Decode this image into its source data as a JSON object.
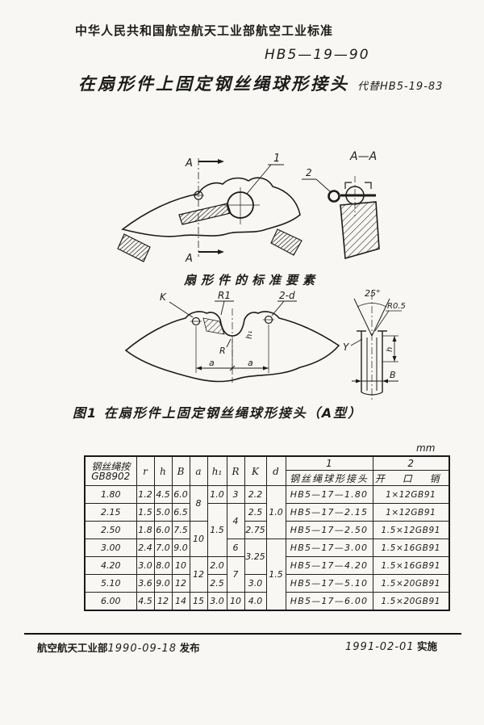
{
  "header": {
    "org_line": "中华人民共和国航空航天工业部航空工业标准",
    "standard_code": "HB5—19—90",
    "title": "在扇形件上固定钢丝绳球形接头",
    "replaces": "代替HB5-19-83"
  },
  "figures": {
    "assembly": {
      "section_letter_top": "A",
      "section_letter_bottom": "A",
      "callout_1": "1",
      "caption": "扇形件的标准要素"
    },
    "section_view": {
      "label": "A—A",
      "callout_2": "2"
    },
    "detail": {
      "label_K": "K",
      "label_R1": "R1",
      "label_2d": "2-d",
      "label_R": "R",
      "label_h1": "h₁",
      "label_a_left": "a",
      "label_a_right": "a",
      "label_angle": "25°",
      "label_radius": "R0.5",
      "label_Y": "Y",
      "label_h": "h",
      "label_B": "B",
      "caption": "图1 在扇形件上固定钢丝绳球形接头（A型）"
    }
  },
  "table": {
    "unit": "mm",
    "header": {
      "spec_line1": "钢丝绳按",
      "spec_line2": "GB8902",
      "col_r": "r",
      "col_h": "h",
      "col_B": "B",
      "col_a": "a",
      "col_h1": "h₁",
      "col_R": "R",
      "col_K": "K",
      "col_d": "d",
      "group1_num": "1",
      "group1_name": "钢丝绳球形接头",
      "group2_num": "2",
      "group2_name": "开 口 销"
    },
    "rows": [
      {
        "spec": "1.80",
        "r": "1.2",
        "h": "4.5",
        "B": "6.0",
        "a": "8",
        "h1": "1.0",
        "R": "3",
        "K": "2.2",
        "d": "1.0",
        "joint": "HB5—17—1.80",
        "pin": "1×12GB91"
      },
      {
        "spec": "2.15",
        "r": "1.5",
        "h": "5.0",
        "B": "6.5",
        "h1": "1.5",
        "R": "4",
        "K": "2.5",
        "joint": "HB5—17—2.15",
        "pin": "1×12GB91"
      },
      {
        "spec": "2.50",
        "r": "1.8",
        "h": "6.0",
        "B": "7.5",
        "a": "10",
        "K": "2.75",
        "joint": "HB5—17—2.50",
        "pin": "1.5×12GB91"
      },
      {
        "spec": "3.00",
        "r": "2.4",
        "h": "7.0",
        "B": "9.0",
        "R": "6",
        "K": "3.25",
        "d": "1.5",
        "joint": "HB5—17—3.00",
        "pin": "1.5×16GB91"
      },
      {
        "spec": "4.20",
        "r": "3.0",
        "h": "8.0",
        "B": "10",
        "a": "12",
        "h1": "2.0",
        "R": "7",
        "joint": "HB5—17—4.20",
        "pin": "1.5×16GB91"
      },
      {
        "spec": "5.10",
        "r": "3.6",
        "h": "9.0",
        "B": "12",
        "h1": "2.5",
        "K": "3.0",
        "joint": "HB5—17—5.10",
        "pin": "1.5×20GB91"
      },
      {
        "spec": "6.00",
        "r": "4.5",
        "h": "12",
        "B": "14",
        "a": "15",
        "h1": "3.0",
        "R": "10",
        "K": "4.0",
        "joint": "HB5—17—6.00",
        "pin": "1.5×20GB91"
      }
    ]
  },
  "footer": {
    "left_org": "航空航天工业部",
    "left_date": "1990-09-18",
    "left_label": "发布",
    "right_date": "1991-02-01",
    "right_label": "实施"
  }
}
